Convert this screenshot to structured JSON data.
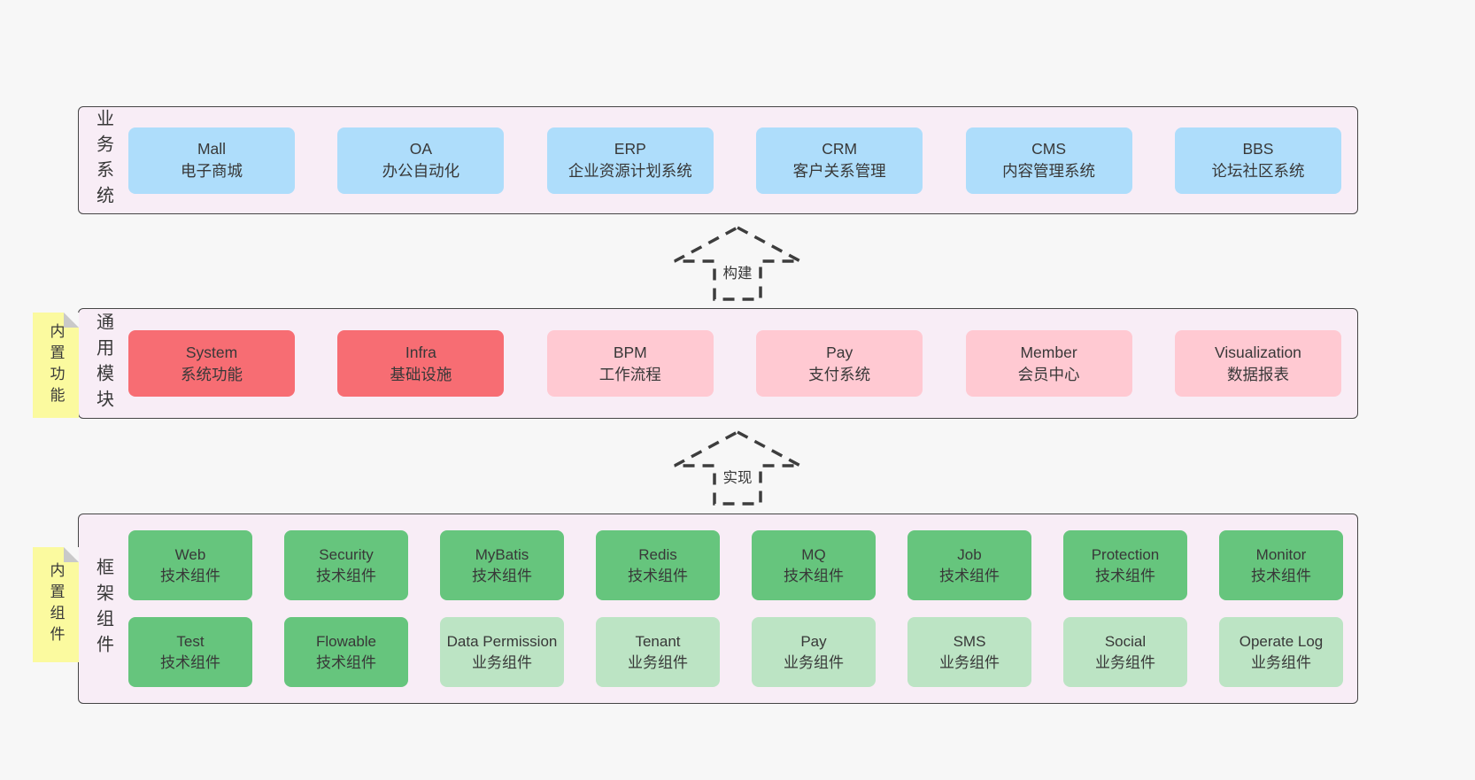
{
  "colors": {
    "page_bg": "#f7f7f7",
    "panel_bg": "#f8edf6",
    "panel_border": "#454545",
    "blue": "#aeddfb",
    "red": "#f76d73",
    "pink": "#ffc9d2",
    "green": "#66c57d",
    "green_light": "#bce4c4",
    "note_yellow": "#fbfa9f",
    "text": "#383838"
  },
  "arrows": [
    {
      "label": "构建"
    },
    {
      "label": "实现"
    }
  ],
  "layers": [
    {
      "label": "业务系统",
      "boxes": [
        {
          "name": "Mall",
          "desc": "电子商城",
          "type": "blue"
        },
        {
          "name": "OA",
          "desc": "办公自动化",
          "type": "blue"
        },
        {
          "name": "ERP",
          "desc": "企业资源计划系统",
          "type": "blue"
        },
        {
          "name": "CRM",
          "desc": "客户关系管理",
          "type": "blue"
        },
        {
          "name": "CMS",
          "desc": "内容管理系统",
          "type": "blue"
        },
        {
          "name": "BBS",
          "desc": "论坛社区系统",
          "type": "blue"
        }
      ]
    },
    {
      "label": "通用模块",
      "tag": "内置功能",
      "boxes": [
        {
          "name": "System",
          "desc": "系统功能",
          "type": "red"
        },
        {
          "name": "Infra",
          "desc": "基础设施",
          "type": "red"
        },
        {
          "name": "BPM",
          "desc": "工作流程",
          "type": "pink"
        },
        {
          "name": "Pay",
          "desc": "支付系统",
          "type": "pink"
        },
        {
          "name": "Member",
          "desc": "会员中心",
          "type": "pink"
        },
        {
          "name": "Visualization",
          "desc": "数据报表",
          "type": "pink"
        }
      ]
    },
    {
      "label": "框架组件",
      "tag": "内置组件",
      "rows": [
        [
          {
            "name": "Web",
            "desc": "技术组件",
            "type": "green"
          },
          {
            "name": "Security",
            "desc": "技术组件",
            "type": "green"
          },
          {
            "name": "MyBatis",
            "desc": "技术组件",
            "type": "green"
          },
          {
            "name": "Redis",
            "desc": "技术组件",
            "type": "green"
          },
          {
            "name": "MQ",
            "desc": "技术组件",
            "type": "green"
          },
          {
            "name": "Job",
            "desc": "技术组件",
            "type": "green"
          },
          {
            "name": "Protection",
            "desc": "技术组件",
            "type": "green"
          },
          {
            "name": "Monitor",
            "desc": "技术组件",
            "type": "green"
          }
        ],
        [
          {
            "name": "Test",
            "desc": "技术组件",
            "type": "green"
          },
          {
            "name": "Flowable",
            "desc": "技术组件",
            "type": "green"
          },
          {
            "name": "Data Permission",
            "desc": "业务组件",
            "type": "green-light"
          },
          {
            "name": "Tenant",
            "desc": "业务组件",
            "type": "green-light"
          },
          {
            "name": "Pay",
            "desc": "业务组件",
            "type": "green-light"
          },
          {
            "name": "SMS",
            "desc": "业务组件",
            "type": "green-light"
          },
          {
            "name": "Social",
            "desc": "业务组件",
            "type": "green-light"
          },
          {
            "name": "Operate Log",
            "desc": "业务组件",
            "type": "green-light"
          }
        ]
      ]
    }
  ]
}
